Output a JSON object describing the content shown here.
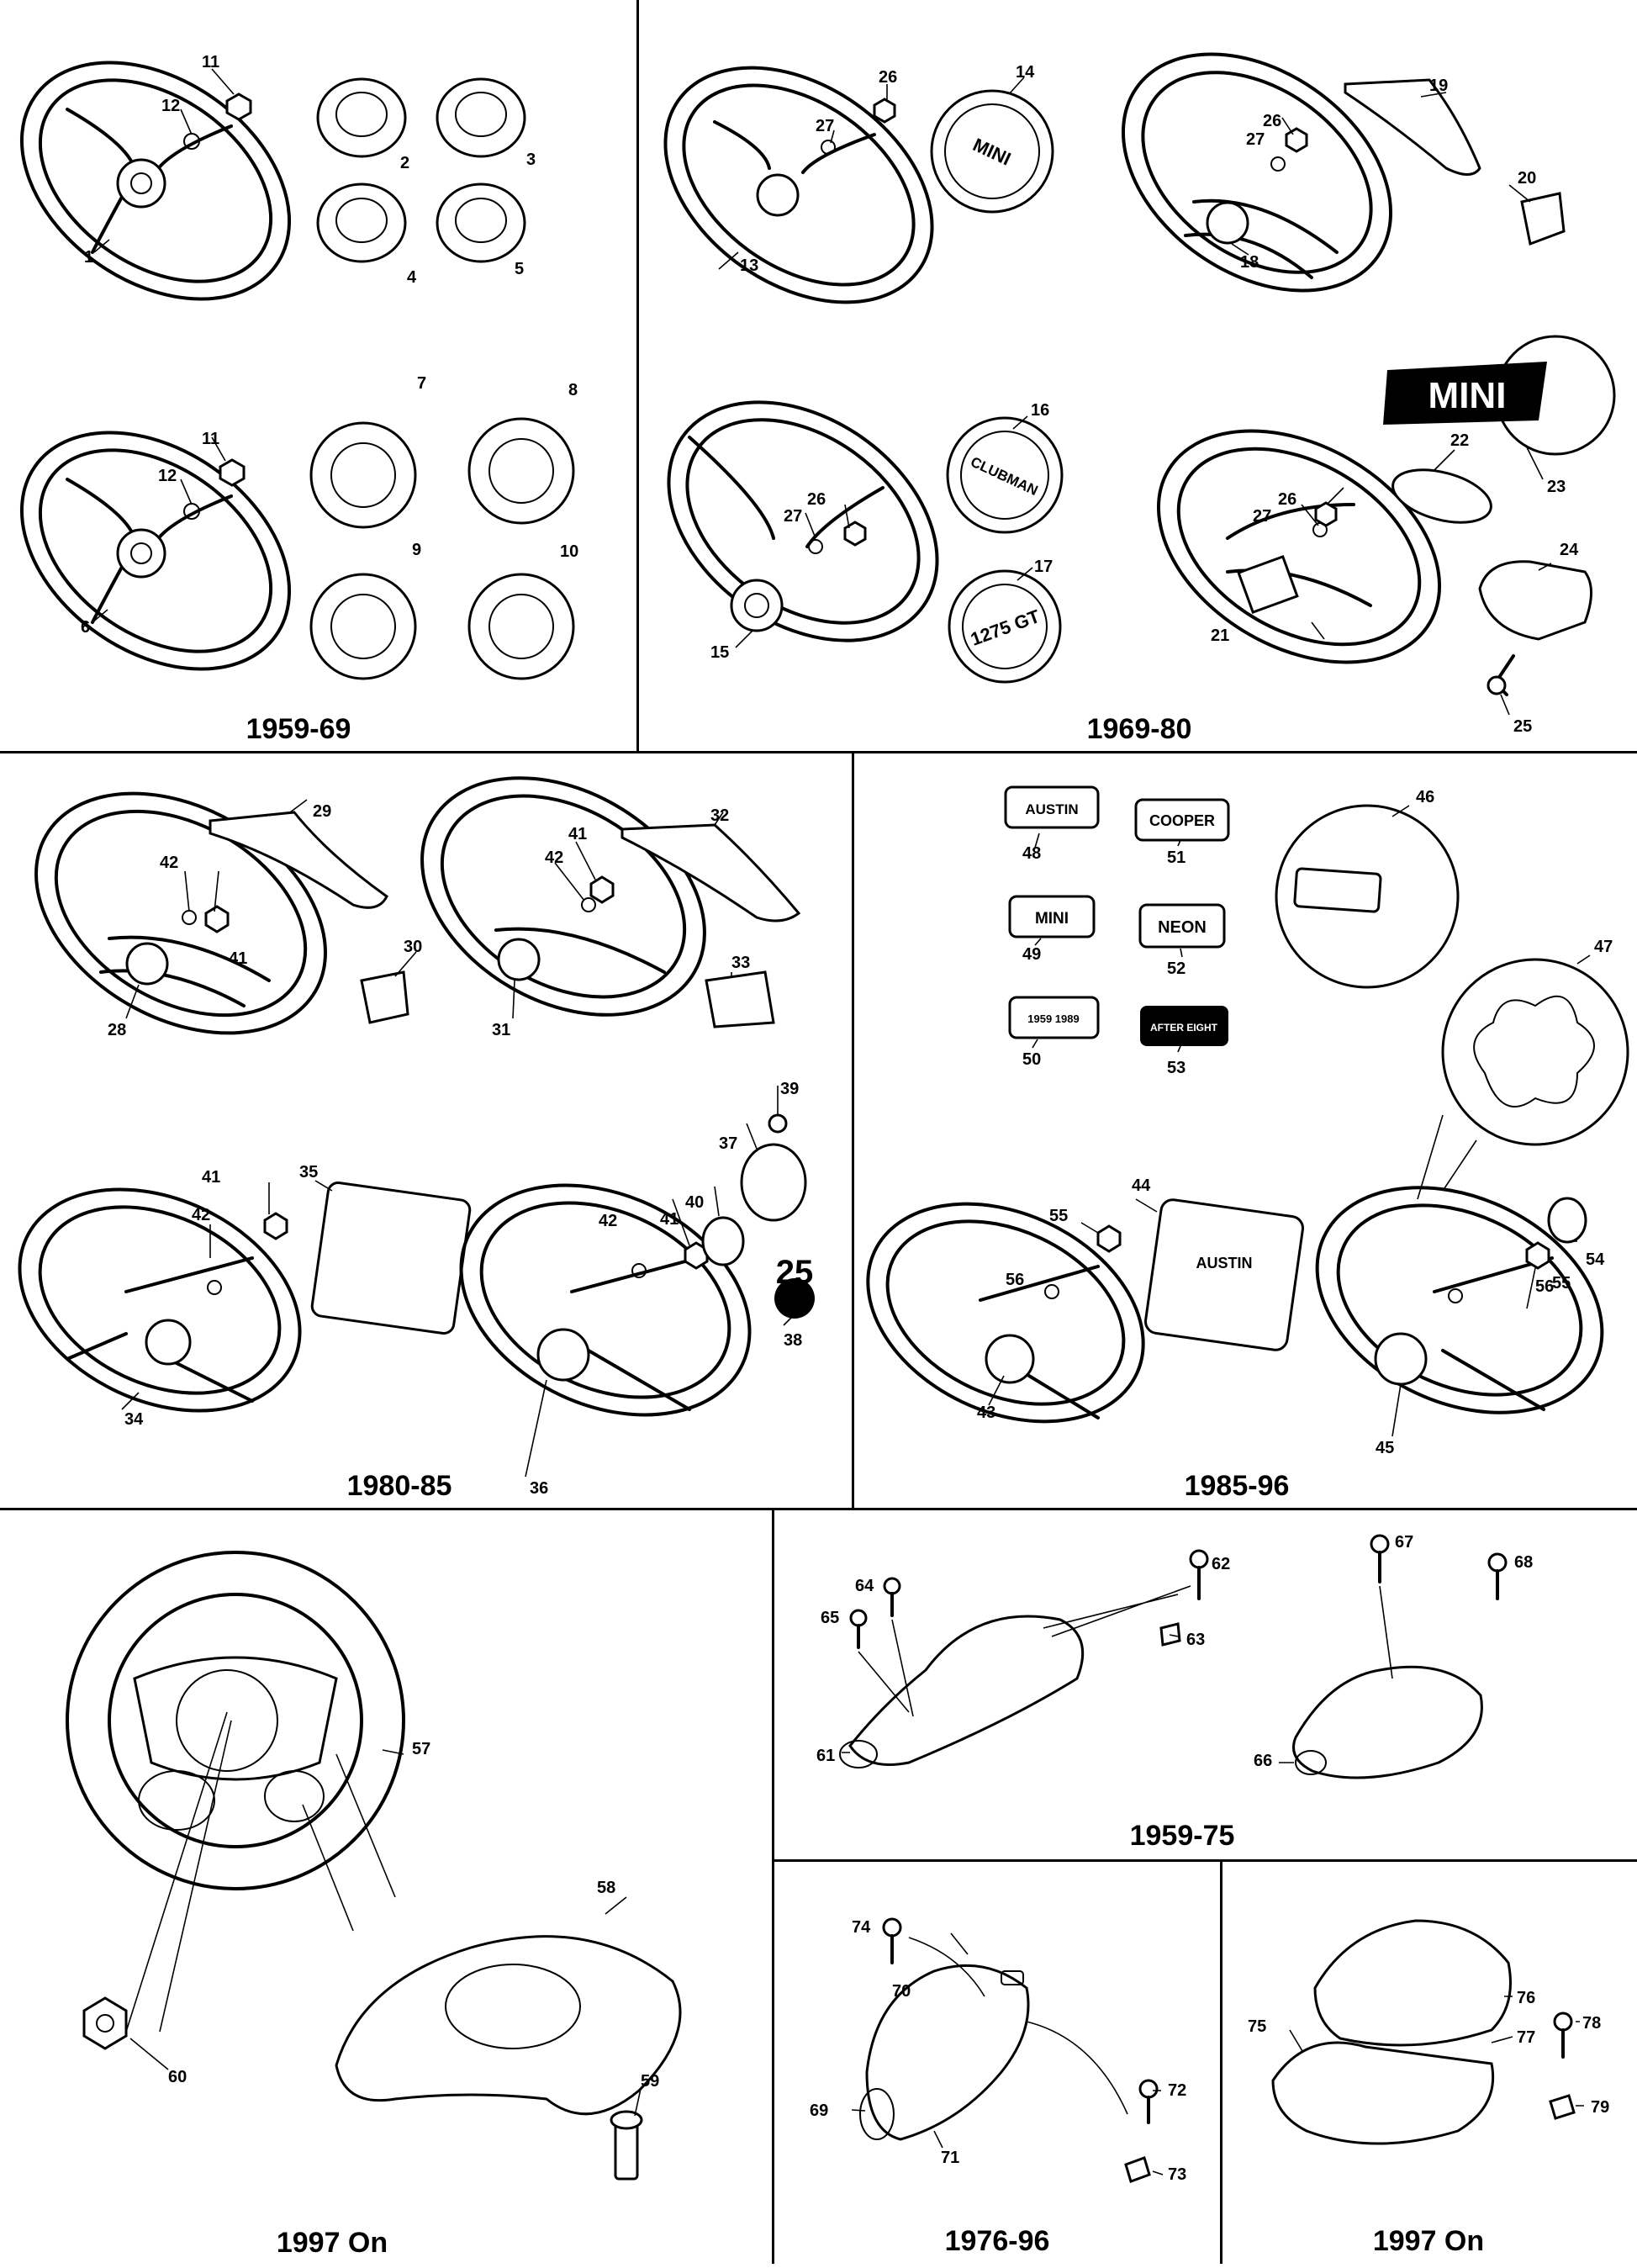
{
  "periods": {
    "p1959_69": "1959-69",
    "p1969_80": "1969-80",
    "p1980_85": "1980-85",
    "p1985_96": "1985-96",
    "p1997_on_wheel": "1997 On",
    "p1959_75": "1959-75",
    "p1976_96": "1976-96",
    "p1997_on_cowl": "1997 On"
  },
  "badges": {
    "mini_hub": "MINI",
    "clubman_hub": "CLUBMAN",
    "gt_hub": "1275 GT",
    "mini_logo": "MINI",
    "austin": "AUSTIN",
    "cooper": "COOPER",
    "mini_small": "MINI",
    "neon": "NEON",
    "anniv": "1959 1989",
    "after_eight": "AFTER EIGHT",
    "austin_pad": "AUSTIN",
    "number_25": "25"
  },
  "callouts": {
    "c1": "1",
    "c2": "2",
    "c3": "3",
    "c4": "4",
    "c5": "5",
    "c6": "6",
    "c7": "7",
    "c8": "8",
    "c9": "9",
    "c10": "10",
    "c11a": "11",
    "c11b": "11",
    "c12a": "12",
    "c12b": "12",
    "c13": "13",
    "c14": "14",
    "c15": "15",
    "c16": "16",
    "c17": "17",
    "c18": "18",
    "c19": "19",
    "c20": "20",
    "c21": "21",
    "c22": "22",
    "c23": "23",
    "c24": "24",
    "c25": "25",
    "c26a": "26",
    "c26b": "26",
    "c26c": "26",
    "c26d": "26",
    "c27a": "27",
    "c27b": "27",
    "c27c": "27",
    "c27d": "27",
    "c28": "28",
    "c29": "29",
    "c30": "30",
    "c31": "31",
    "c32": "32",
    "c33": "33",
    "c34": "34",
    "c35": "35",
    "c36": "36",
    "c37": "37",
    "c38": "38",
    "c39": "39",
    "c40": "40",
    "c41a": "41",
    "c41b": "41",
    "c41c": "41",
    "c41d": "41",
    "c42a": "42",
    "c42b": "42",
    "c42c": "42",
    "c42d": "42",
    "c43": "43",
    "c44": "44",
    "c45": "45",
    "c46": "46",
    "c47": "47",
    "c48": "48",
    "c49": "49",
    "c50": "50",
    "c51": "51",
    "c52": "52",
    "c53": "53",
    "c54": "54",
    "c55a": "55",
    "c55b": "55",
    "c56a": "56",
    "c56b": "56",
    "c57": "57",
    "c58": "58",
    "c59": "59",
    "c60": "60",
    "c61": "61",
    "c62": "62",
    "c63": "63",
    "c64": "64",
    "c65": "65",
    "c66": "66",
    "c67": "67",
    "c68": "68",
    "c69": "69",
    "c70": "70",
    "c71": "71",
    "c72": "72",
    "c73": "73",
    "c74": "74",
    "c75": "75",
    "c76": "76",
    "c77": "77",
    "c78": "78",
    "c79": "79"
  }
}
